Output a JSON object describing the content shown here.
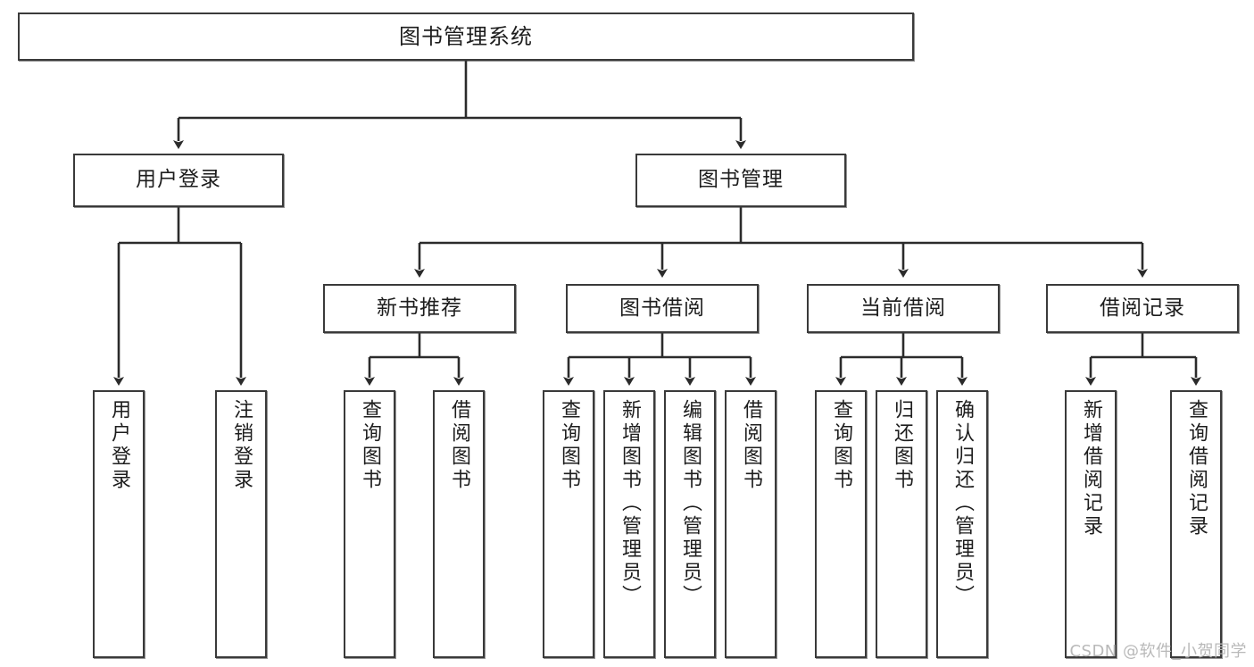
{
  "diagram": {
    "title": "图书管理系统",
    "type": "tree-hierarchy-chart",
    "watermark": "CSDN @软件_小贺同学",
    "colors": {
      "background": "#ffffff",
      "node_border": "#3a3a3a",
      "node_fill": "#ffffff",
      "text": "#1d1d1d",
      "edge": "#2b2b2b",
      "watermark": "#b9b9b9"
    },
    "nodes": {
      "root": {
        "label": "图书管理系统"
      },
      "level2": [
        {
          "id": "user-login",
          "label": "用户登录"
        },
        {
          "id": "book-manage",
          "label": "图书管理"
        }
      ],
      "level3": [
        {
          "id": "new-book-recommend",
          "label": "新书推荐"
        },
        {
          "id": "book-borrow",
          "label": "图书借阅"
        },
        {
          "id": "current-borrow",
          "label": "当前借阅"
        },
        {
          "id": "borrow-record",
          "label": "借阅记录"
        }
      ],
      "leaves": [
        {
          "id": "leaf-user-login",
          "label": "用户登录",
          "parent": "user-login"
        },
        {
          "id": "leaf-logout",
          "label": "注销登录",
          "parent": "user-login"
        },
        {
          "id": "leaf-query-book-1",
          "label": "查询图书",
          "parent": "new-book-recommend"
        },
        {
          "id": "leaf-borrow-book-1",
          "label": "借阅图书",
          "parent": "new-book-recommend"
        },
        {
          "id": "leaf-query-book-2",
          "label": "查询图书",
          "parent": "book-borrow"
        },
        {
          "id": "leaf-add-book",
          "label": "新增图书（管理员）",
          "parent": "book-borrow"
        },
        {
          "id": "leaf-edit-book",
          "label": "编辑图书（管理员）",
          "parent": "book-borrow"
        },
        {
          "id": "leaf-borrow-book-2",
          "label": "借阅图书",
          "parent": "book-borrow"
        },
        {
          "id": "leaf-query-book-3",
          "label": "查询图书",
          "parent": "current-borrow"
        },
        {
          "id": "leaf-return-book",
          "label": "归还图书",
          "parent": "current-borrow"
        },
        {
          "id": "leaf-confirm-return",
          "label": "确认归还（管理员）",
          "parent": "current-borrow"
        },
        {
          "id": "leaf-add-record",
          "label": "新增借阅记录",
          "parent": "borrow-record"
        },
        {
          "id": "leaf-query-record",
          "label": "查询借阅记录",
          "parent": "borrow-record"
        }
      ]
    }
  }
}
